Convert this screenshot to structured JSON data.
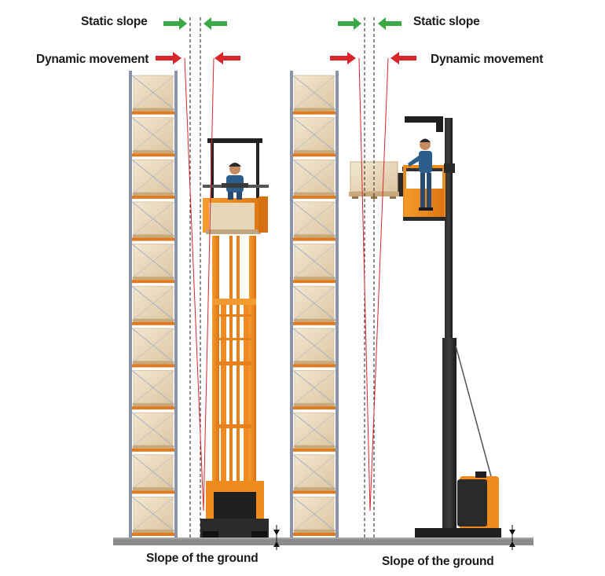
{
  "labels": {
    "static_slope": "Static slope",
    "dynamic_movement": "Dynamic movement",
    "slope_of_ground": "Slope of the ground"
  },
  "colors": {
    "static_arrow": "#3aa845",
    "dynamic_arrow": "#d8262c",
    "rack_upright": "#8a93a8",
    "rack_beam": "#e07a1f",
    "forklift_body": "#ee8a1e",
    "forklift_dark": "#1f1f1f",
    "pallet_box": "#e9d9bd",
    "ground": "#8c8c8c"
  },
  "icons": {
    "static_arrow": "arrow-pointing-inward-icon",
    "dynamic_arrow": "arrow-pointing-inward-icon"
  }
}
